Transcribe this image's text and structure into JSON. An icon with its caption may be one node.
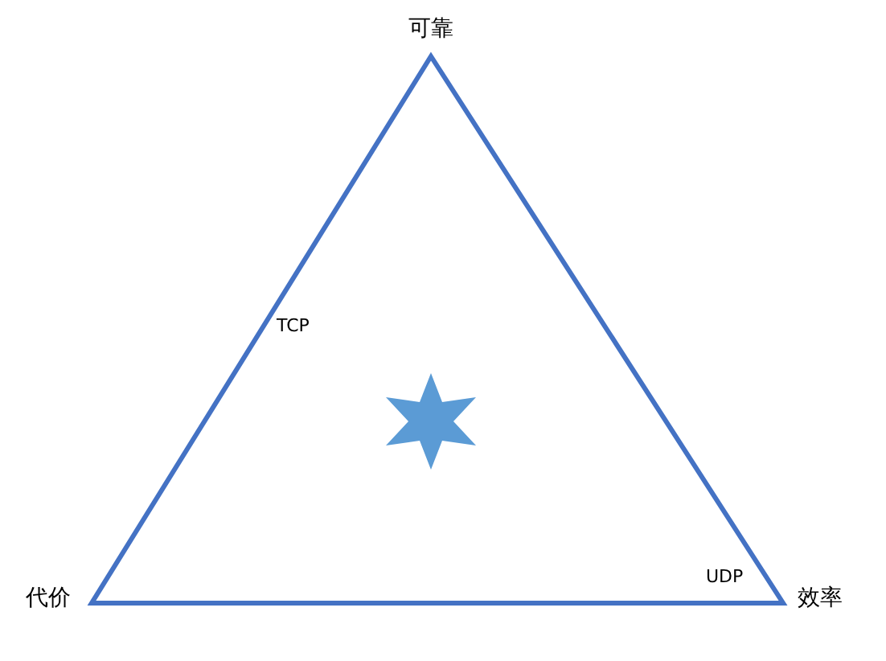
{
  "diagram": {
    "labels": [
      "可靠",
      "TCP",
      "UDP",
      "代价",
      "效率"
    ]
  }
}
